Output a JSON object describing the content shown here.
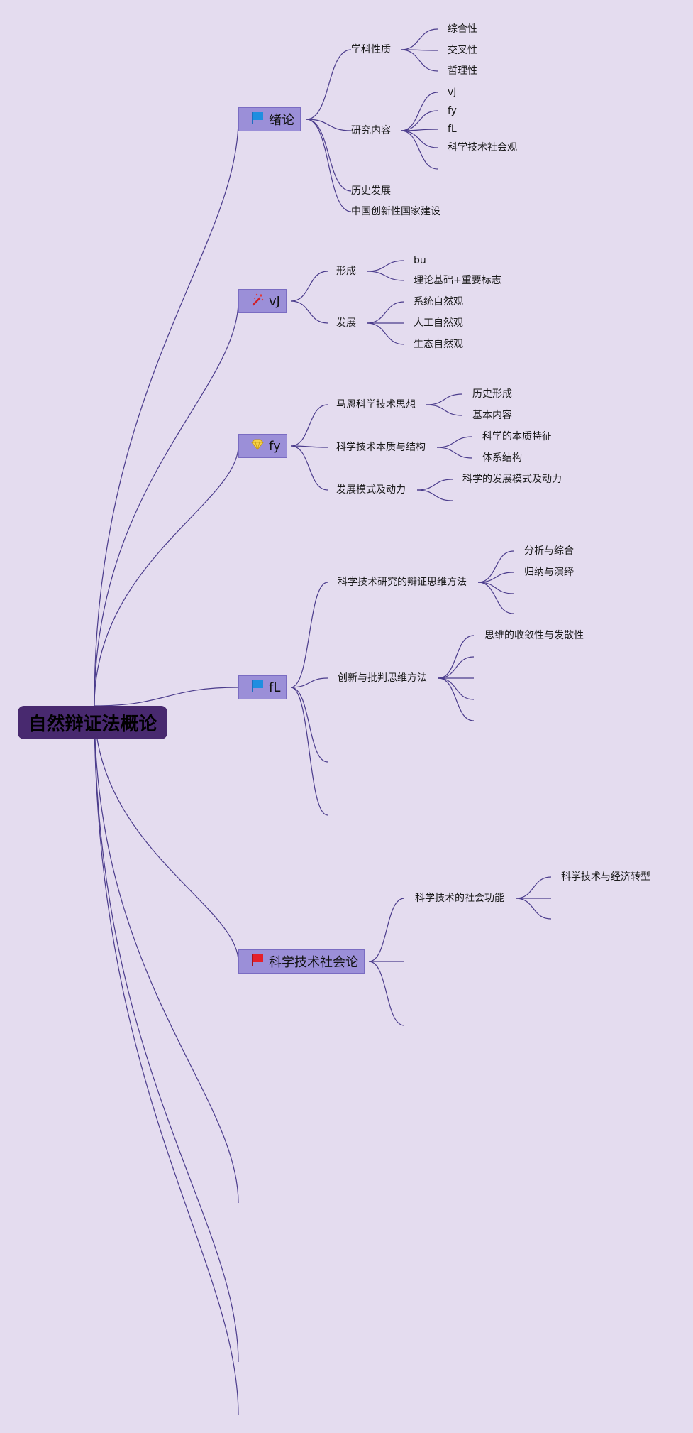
{
  "root": "自然辩证法概论",
  "colors": {
    "background": "#e4dcef",
    "root_fill": "#48296f",
    "main_fill": "#9b8fd8",
    "edge": "#4b3c8c"
  },
  "branches": [
    {
      "label": "绪论",
      "icon": "blue-flag-icon",
      "children": [
        {
          "label": "学科性质",
          "leaves": [
            "综合性",
            "交叉性",
            "哲理性"
          ]
        },
        {
          "label": "研究内容",
          "leaves": [
            "vJ",
            "fy",
            "fL",
            "科学技术社会观",
            ""
          ]
        },
        {
          "label": "历史发展",
          "leaves": []
        },
        {
          "label": "中国创新性国家建设",
          "leaves": []
        }
      ]
    },
    {
      "label": "vJ",
      "icon": "sparkle-wand-icon",
      "children": [
        {
          "label": "形成",
          "leaves": [
            "bu",
            "理论基础+重要标志"
          ]
        },
        {
          "label": "发展",
          "leaves": [
            "系统自然观",
            "人工自然观",
            "生态自然观"
          ]
        }
      ]
    },
    {
      "label": "fy",
      "icon": "gem-icon",
      "children": [
        {
          "label": "马恩科学技术思想",
          "leaves": [
            "历史形成",
            "基本内容"
          ]
        },
        {
          "label": "科学技术本质与结构",
          "leaves": [
            "科学的本质特征",
            "体系结构"
          ]
        },
        {
          "label": "发展模式及动力",
          "leaves": [
            "科学的发展模式及动力",
            ""
          ]
        }
      ]
    },
    {
      "label": "fL",
      "icon": "blue-flag-icon",
      "children": [
        {
          "label": "科学技术研究的辩证思维方法",
          "leaves": [
            "分析与综合",
            "归纳与演绎",
            "",
            ""
          ]
        },
        {
          "label": "创新与批判思维方法",
          "leaves": [
            "思维的收敛性与发散性",
            "",
            "",
            "",
            ""
          ]
        },
        {
          "label": "",
          "leaves": []
        },
        {
          "label": "",
          "leaves": []
        }
      ]
    },
    {
      "label": "科学技术社会论",
      "icon": "red-flag-icon",
      "children": [
        {
          "label": "科学技术的社会功能",
          "leaves": [
            "科学技术与经济转型",
            "",
            ""
          ]
        },
        {
          "label": "",
          "leaves": []
        },
        {
          "label": "",
          "leaves": []
        }
      ]
    },
    {
      "label": "",
      "icon": "",
      "children": []
    },
    {
      "label": "",
      "icon": "",
      "children": []
    },
    {
      "label": "",
      "icon": "",
      "children": []
    }
  ]
}
